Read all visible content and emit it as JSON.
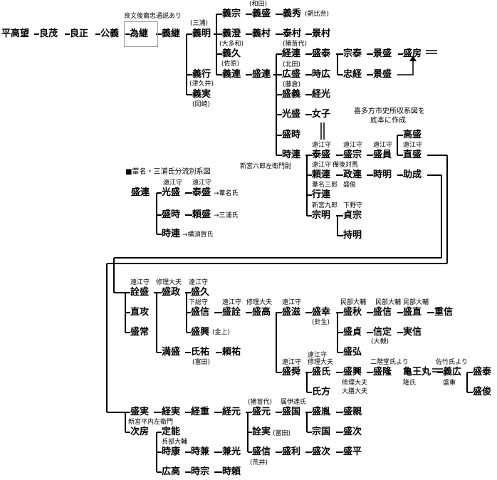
{
  "title": "■葦名・三浦氏分流別系図",
  "source_note": [
    "喜多方市史所収系図を",
    "底本に作成"
  ],
  "persons": {
    "p_takamochi": "平高望",
    "p_yoshishige": "良茂",
    "p_yoshimasa": "良正",
    "p_kinyoshi": "公義",
    "p_tametsugu": "為継",
    "p_yoshitsugu": "義継",
    "p_yoshiaki": "義明",
    "p_yoshimune": "義宗",
    "p_yoshimori": "義盛",
    "p_yoshihide": "義秀",
    "p_yoshizumi": "義澄",
    "p_yoshimura": "義村",
    "p_yasumura": "泰村",
    "p_kagemura": "景村",
    "p_yoshihisa": "義久",
    "p_yoshitsura": "義連",
    "p_moritsura": "盛連",
    "p_yoshiyuki": "義行",
    "p_yoshizane": "義実",
    "p_tsuneyoshi": "経連",
    "p_moriyasu": "盛泰",
    "p_munetai": "宗泰",
    "p_kagemori": "景盛",
    "p_morifusa": "盛房",
    "p_tadatsune": "忠経",
    "p_kagemori2": "景盛",
    "p_hirotsura": "広盛",
    "p_tokihiro": "時広",
    "p_moriyoshi": "盛義",
    "p_tsunemitsu": "経光",
    "p_mitsumori": "光盛",
    "p_joshi": "女子",
    "p_moritoki": "盛時",
    "p_tokitsura": "時連",
    "p_yasumori": "泰盛",
    "p_morimune": "盛宗",
    "p_morikazu": "盛員",
    "p_takamori": "高盛",
    "p_naomori": "直盛",
    "p_yoritsura": "頼連",
    "p_masatsura": "政連",
    "p_tokiaki": "時明",
    "p_sukenari": "助成",
    "p_yukitsura": "行連",
    "p_muneaki": "宗明",
    "p_sadamune": "貞宗",
    "p_mochiaki": "持明",
    "b_moritsura": "盛連",
    "b_mitsumori": "光盛",
    "b_yasumori": "泰盛",
    "b_moritoki": "盛時",
    "b_yorimori": "頼盛",
    "b_tokitsura": "時連",
    "p_akimori": "詮盛",
    "p_naoshi": "直攻",
    "p_morimasa": "盛政",
    "p_morihisa": "盛久",
    "p_morinobu": "盛信",
    "p_moriakira": "盛詮",
    "p_moritaka": "盛高",
    "p_morishige": "盛滋",
    "p_moriyuki": "盛幸",
    "p_moriaki": "盛秋",
    "p_morinobu2": "盛信",
    "p_morinao": "盛直",
    "p_shigenobu": "重信",
    "p_moritsune": "盛常",
    "p_moriki": "盛興",
    "p_morisada": "盛貞",
    "p_nobusada": "信定",
    "p_sanenobu": "実信",
    "p_morihiro": "盛弘",
    "p_mitsumori2": "満盛",
    "p_ujisuke": "氏祐",
    "p_yorisuke": "頼祐",
    "p_morishun": "盛舜",
    "p_morijiu": "盛氏",
    "p_moriki2": "盛興",
    "p_moritaka2": "盛隆",
    "p_kameoumaru": "亀王丸",
    "p_yoshihiro": "義広",
    "p_moriyasu2": "盛泰",
    "p_moritoshi": "盛俊",
    "p_ujikata": "氏方",
    "p_morizane": "盛実",
    "p_tsunezane": "経実",
    "p_tsuneshige": "経重",
    "p_tsunemoto": "経元",
    "p_morimoto": "盛元",
    "p_morikuni": "盛国",
    "p_morihan": "盛胤",
    "p_morichika": "盛親",
    "p_akizane": "詮実",
    "p_munekuni": "宗国",
    "p_moritsugu": "盛次",
    "p_morinobu3": "盛信",
    "p_moritoshi2": "盛利",
    "p_moritsugu2": "盛次",
    "p_morihira": "盛平",
    "p_tsugufusa": "次房",
    "p_sadayoshi": "定能",
    "p_tokiyasu": "時康",
    "p_tokikane": "時兼",
    "p_kanemitsu": "兼光",
    "p_hirotaka": "広高",
    "p_tokimune": "時宗",
    "p_tokiyori": "時頼"
  },
  "notes": {
    "n_ryobun": "良文後裔忠通説あり",
    "n_wada": "(和田)",
    "n_asahina": "(朝比奈)",
    "n_miura": "(三浦)",
    "n_otawa": "(大多和)",
    "n_sahara": "(佐原)",
    "n_tsukui": "(津久井)",
    "n_okazaki": "(岡崎)",
    "n_inawashiro1": "(猪苗代)",
    "n_kitata": "(北田)",
    "n_fujikura": "(藤倉)",
    "n_tomi1": "遠江守",
    "n_tomi2": "遠江守",
    "n_tomi3": "遠江守",
    "n_tomi4": "遠江守",
    "n_shinmiya6": "新宮六郎左衛門尉",
    "n_totomi_tsushima": "遠江守",
    "n_tsushima": "備後対馬",
    "n_ashina3": "葦名三郎",
    "n_bingo": "盛俊",
    "n_shinmiya9": "新宮九郎",
    "n_shimotsuke": "下野守",
    "b_tomi1": "遠江守",
    "b_tomi2": "遠江守",
    "b_ashina_clan": "→葦名氏",
    "b_miura_clan": "→三浦氏",
    "b_yokosuka": "→横須賀氏",
    "n_t5": "遠江守",
    "n_shuri1": "修理大夫",
    "n_t6": "遠江守",
    "n_shimousa": "下総守",
    "n_t7": "遠江守",
    "n_shuri2": "修理大夫",
    "n_t8": "遠江守",
    "n_minbu1": "民部大輔",
    "n_minbu2": "民部大輔",
    "n_minbu3": "民部大輔",
    "n_kinjo": "(金上)",
    "n_harisei": "(針生)",
    "n_okan": "(大槻)",
    "n_tomita1": "(富田)",
    "n_t9": "遠江守",
    "n_t10": "遠江守",
    "n_shuri3": "修理大夫",
    "n_nikaido": "二階堂氏より",
    "n_shuri4": "修理大夫",
    "n_daizen": "大膳大夫",
    "n_takashi": "隆氏",
    "n_satake": "佐竹氏より",
    "n_moriju": "盛重",
    "n_inawashiro2": "(猪苗代)",
    "n_date": "属伊達氏",
    "n_tomita2": "(富田)",
    "n_arai": "(荒井)",
    "n_shinmiyahei": "新宮平内左衛門",
    "n_hyobu": "兵部大輔"
  },
  "arrow_note": "→"
}
